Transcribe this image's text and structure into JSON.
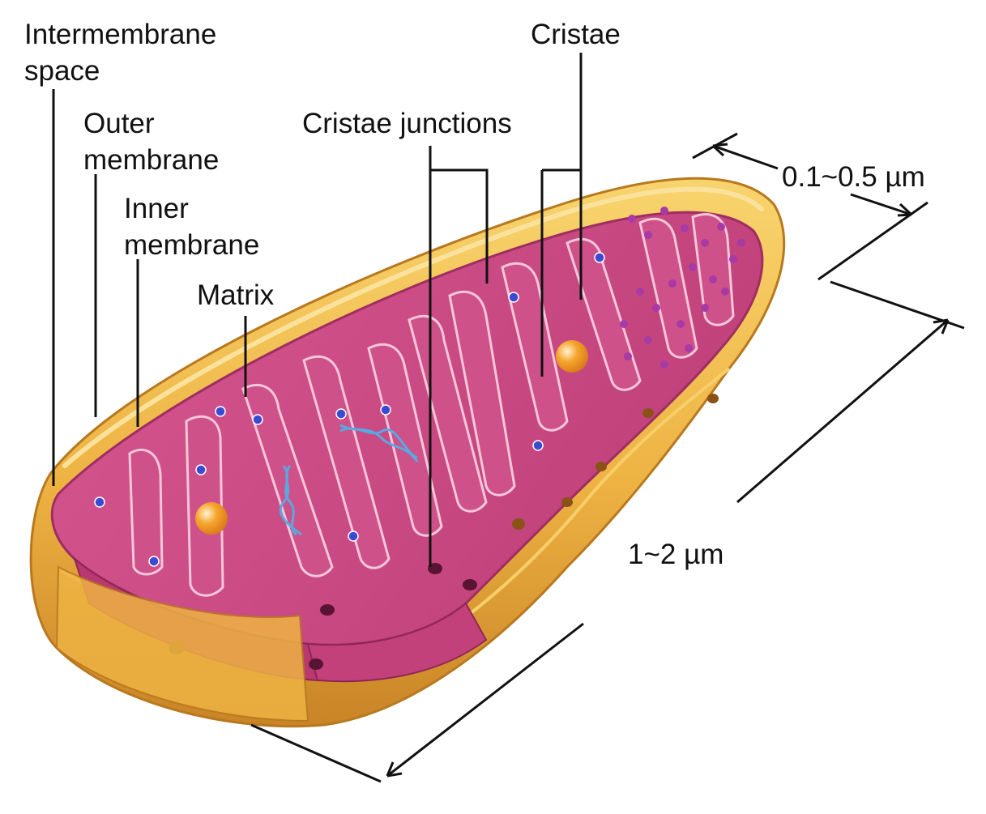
{
  "labels": {
    "intermembrane_space": [
      "Intermembrane",
      "space"
    ],
    "outer_membrane": [
      "Outer",
      "membrane"
    ],
    "inner_membrane": [
      "Inner",
      "membrane"
    ],
    "matrix": "Matrix",
    "cristae_junctions": "Cristae junctions",
    "cristae": "Cristae"
  },
  "dimensions": {
    "width": "0.1~0.5 µm",
    "length": "1~2 µm"
  },
  "colors": {
    "outer_membrane": "#e8a93a",
    "outer_membrane_light": "#f6cf6a",
    "inner_membrane": "#c8417a",
    "matrix": "#d95c92",
    "cristae_edge": "#f4c2d6",
    "matrix_particles": "#3a4bd1",
    "ribosome_granules": "#a23aa6",
    "dna": "#5aa8e0",
    "leader_lines": "#111111"
  }
}
